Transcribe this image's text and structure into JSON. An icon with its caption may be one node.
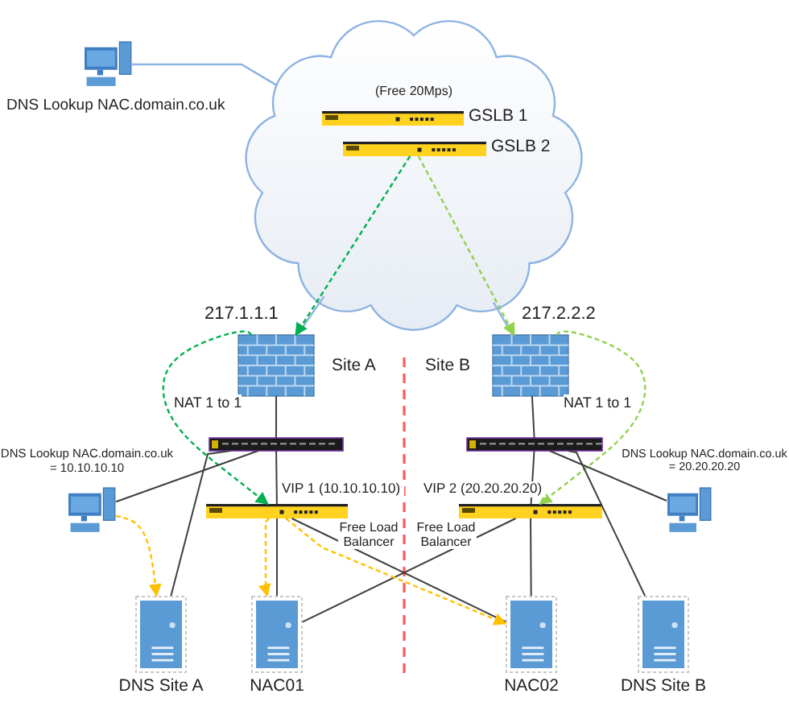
{
  "diagram": {
    "nodes": [
      {
        "text": [
          "(Free 20Mps)"
        ]
      },
      {
        "text": [
          "GSLB 1"
        ],
        "in": 0
      },
      {
        "text": [
          "GSLB 2"
        ],
        "in": 0
      },
      {
        "text": [
          "DNS Lookup NAC.domain.co.uk"
        ]
      },
      {
        "text": [
          "217.1.1.1"
        ]
      },
      {
        "text": [
          "217.2.2.2"
        ]
      },
      {
        "text": [],
        "shape": "bar"
      },
      {
        "text": [],
        "shape": "bar"
      },
      {
        "text": [
          "VIP 1 (10.10.10.10)",
          "Free Load Balancer"
        ]
      },
      {
        "text": [
          "VIP 2 (20.20.20.20)",
          "Free Load Balancer"
        ]
      },
      {
        "text": [
          "DNS Lookup NAC.domain.co.uk = 10.10.10.10"
        ]
      },
      {
        "text": [
          "DNS Lookup NAC.domain.co.uk = 20.20.20.20"
        ]
      },
      {
        "text": [
          "DNS Site A"
        ]
      },
      {
        "text": [
          "NAC01"
        ]
      },
      {
        "text": [
          "NAC02"
        ]
      },
      {
        "text": [
          "DNS Site B"
        ]
      }
    ],
    "edges": [
      {
        "from": 3,
        "to": 0,
        "arrow": "none",
        "color": "#8db3e2"
      },
      {
        "from": 0,
        "to": 4,
        "arrow": "none",
        "color": "#8db3e2"
      },
      {
        "from": 0,
        "to": 5,
        "arrow": "none",
        "color": "#8db3e2"
      },
      {
        "from": 2,
        "to": 4,
        "arrow": "to",
        "style": "dashed",
        "color": "#00b050"
      },
      {
        "from": 2,
        "to": 5,
        "arrow": "to",
        "style": "dashed",
        "color": "#92d050"
      },
      {
        "from": 4,
        "to": 8,
        "arrow": "to",
        "style": "dashed",
        "color": "#00b050",
        "label": "NAT 1 to 1"
      },
      {
        "from": 5,
        "to": 9,
        "arrow": "to",
        "style": "dashed",
        "color": "#92d050",
        "label": "NAT 1 to 1"
      },
      {
        "from": 4,
        "to": 6,
        "arrow": "none"
      },
      {
        "from": 5,
        "to": 7,
        "arrow": "none"
      },
      {
        "from": 6,
        "to": 10,
        "arrow": "none"
      },
      {
        "from": 6,
        "to": 12,
        "arrow": "none"
      },
      {
        "from": 6,
        "to": 8,
        "arrow": "none"
      },
      {
        "from": 8,
        "to": 13,
        "arrow": "none"
      },
      {
        "from": 8,
        "to": 14,
        "arrow": "none"
      },
      {
        "from": 7,
        "to": 9,
        "arrow": "none"
      },
      {
        "from": 9,
        "to": 14,
        "arrow": "none"
      },
      {
        "from": 9,
        "to": 13,
        "arrow": "none"
      },
      {
        "from": 7,
        "to": 11,
        "arrow": "none"
      },
      {
        "from": 7,
        "to": 15,
        "arrow": "none"
      },
      {
        "from": 10,
        "to": 12,
        "arrow": "to",
        "style": "dashed",
        "color": "#ffc000"
      },
      {
        "from": 8,
        "to": 13,
        "arrow": "to",
        "style": "dashed",
        "color": "#ffc000"
      },
      {
        "from": 8,
        "to": 14,
        "arrow": "to",
        "style": "dashed",
        "color": "#ffc000"
      }
    ],
    "labels": [
      "Site A",
      "Site B"
    ]
  }
}
